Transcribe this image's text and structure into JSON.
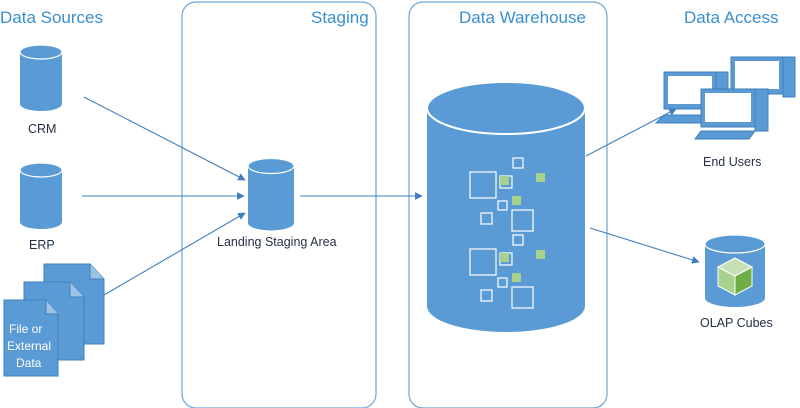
{
  "sections": {
    "data_sources": "Data Sources",
    "staging": "Staging",
    "data_warehouse": "Data Warehouse",
    "data_access": "Data Access"
  },
  "nodes": {
    "crm": "CRM",
    "erp": "ERP",
    "file_line1": "File or",
    "file_line2": "External",
    "file_line3": "Data",
    "landing": "Landing Staging Area",
    "end_users": "End Users",
    "olap": "OLAP Cubes"
  },
  "colors": {
    "primary": "#5b9bd5",
    "dark": "#3f7fbf",
    "accent_green": "#a9d18e",
    "header_text": "#3a8fcf"
  }
}
